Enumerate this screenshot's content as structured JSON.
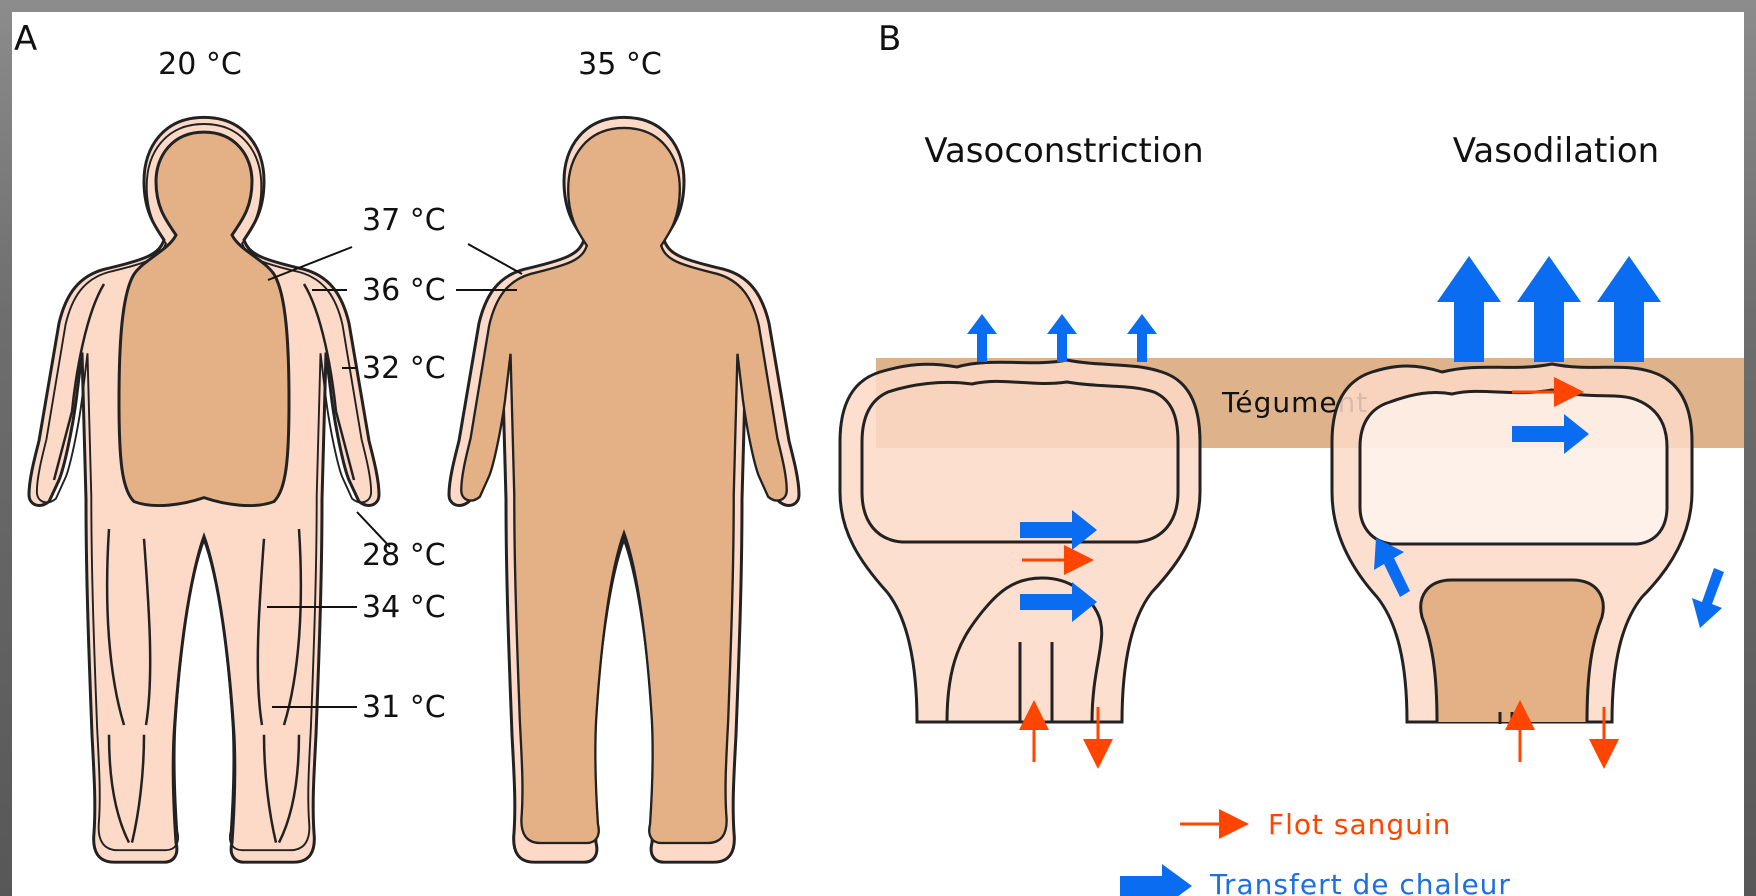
{
  "panel_a": {
    "label": "A",
    "temp_cold": "20 °C",
    "temp_warm": "35 °C",
    "zones": [
      "37 °C",
      "36 °C",
      "32 °C",
      "28 °C",
      "34 °C",
      "31 °C"
    ]
  },
  "panel_b": {
    "label": "B",
    "vasoconstriction": "Vasoconstriction",
    "vasodilation": "Vasodilation",
    "skin_label": "Tégument"
  },
  "legend": {
    "blood_flow": "Flot sanguin",
    "heat_transfer": "Transfert de chaleur"
  },
  "colors": {
    "core": "#e3b185",
    "shell": "#fdd9c8",
    "skin_band": "#deb38c",
    "blood": "#ff4500",
    "heat": "#0a6cf0"
  }
}
